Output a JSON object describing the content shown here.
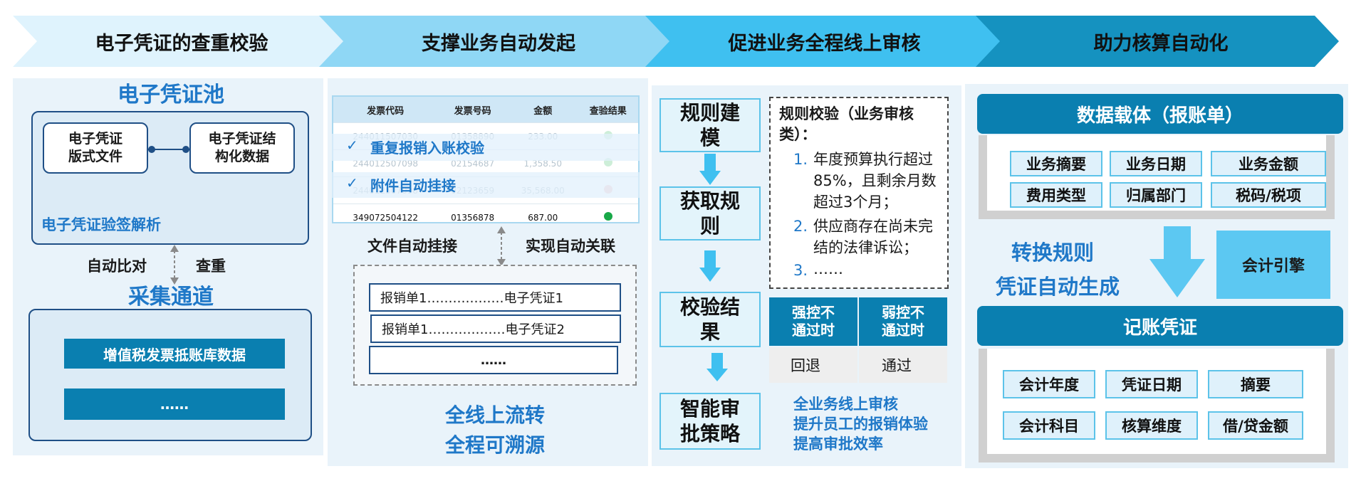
{
  "headers": [
    "电子凭证的查重校验",
    "支撑业务自动发起",
    "促进业务全程线上审核",
    "助力核算自动化"
  ],
  "panel1": {
    "title": "电子凭证池",
    "box1": "电子凭证\n版式文件",
    "box2": "电子凭证结\n构化数据",
    "parse_label": "电子凭证验签解析",
    "compare_left": "自动比对",
    "compare_right": "查重",
    "channel_title": "采集通道",
    "channel_item1": "增值税发票抵账库数据",
    "channel_item2": "……"
  },
  "panel2": {
    "table_headers": [
      "发票代码",
      "发票号码",
      "金额",
      "查验结果"
    ],
    "rows": [
      {
        "code": "244011507030",
        "number": "01358890",
        "amount": "233.00",
        "status_color": "#cdeed8"
      },
      {
        "code": "244012507098",
        "number": "02154687",
        "amount": "1,358.50",
        "status_color": "#cdeed8"
      },
      {
        "code": "244012507098",
        "number": "02123659",
        "amount": "35,568.00",
        "status_color": "#f6c9c9"
      },
      {
        "code": "349072504122",
        "number": "01356878",
        "amount": "687.00",
        "status_color": "#18a848"
      }
    ],
    "overlay1": "重复报销入账校验",
    "overlay2": "附件自动挂接",
    "check": "✓",
    "label_left": "文件自动挂接",
    "label_right": "实现自动关联",
    "link1": "报销单1………………电子凭证1",
    "link2": "报销单1………………电子凭证2",
    "link3": "……",
    "footer1": "全线上流转",
    "footer2": "全程可溯源"
  },
  "panel3": {
    "steps": [
      "规则建\n模",
      "获取规\n则",
      "校验结\n果",
      "智能审\n批策略"
    ],
    "rule_title": "规则校验（业务审核类）：",
    "rules": [
      {
        "num": "1.",
        "text": "年度预算执行超过85%，且剩余月数超过3个月；"
      },
      {
        "num": "2.",
        "text": "供应商存在尚未完结的法律诉讼；"
      },
      {
        "num": "3.",
        "text": "……"
      }
    ],
    "result_headers": [
      "强控不\n通过时",
      "弱控不\n通过时"
    ],
    "result_values": [
      "回退",
      "通过"
    ],
    "summary": [
      "全业务线上审核",
      "提升员工的报销体验",
      "提高审批效率"
    ]
  },
  "panel4": {
    "carrier_title": "数据载体（报账单）",
    "carrier_fields": [
      "业务摘要",
      "业务日期",
      "业务金额",
      "费用类型",
      "归属部门",
      "税码/税项"
    ],
    "convert1": "转换规则",
    "convert2": "凭证自动生成",
    "engine": "会计引擎",
    "voucher_title": "记账凭证",
    "voucher_fields": [
      "会计年度",
      "凭证日期",
      "摘要",
      "会计科目",
      "核算维度",
      "借/贷金额"
    ]
  },
  "colors": {
    "header1": "#dff3fd",
    "header2": "#8fd7f5",
    "header3": "#3fc0f0",
    "header4": "#1592c0",
    "dark_blue": "#0a7fb0",
    "text_blue": "#1f78c8"
  }
}
